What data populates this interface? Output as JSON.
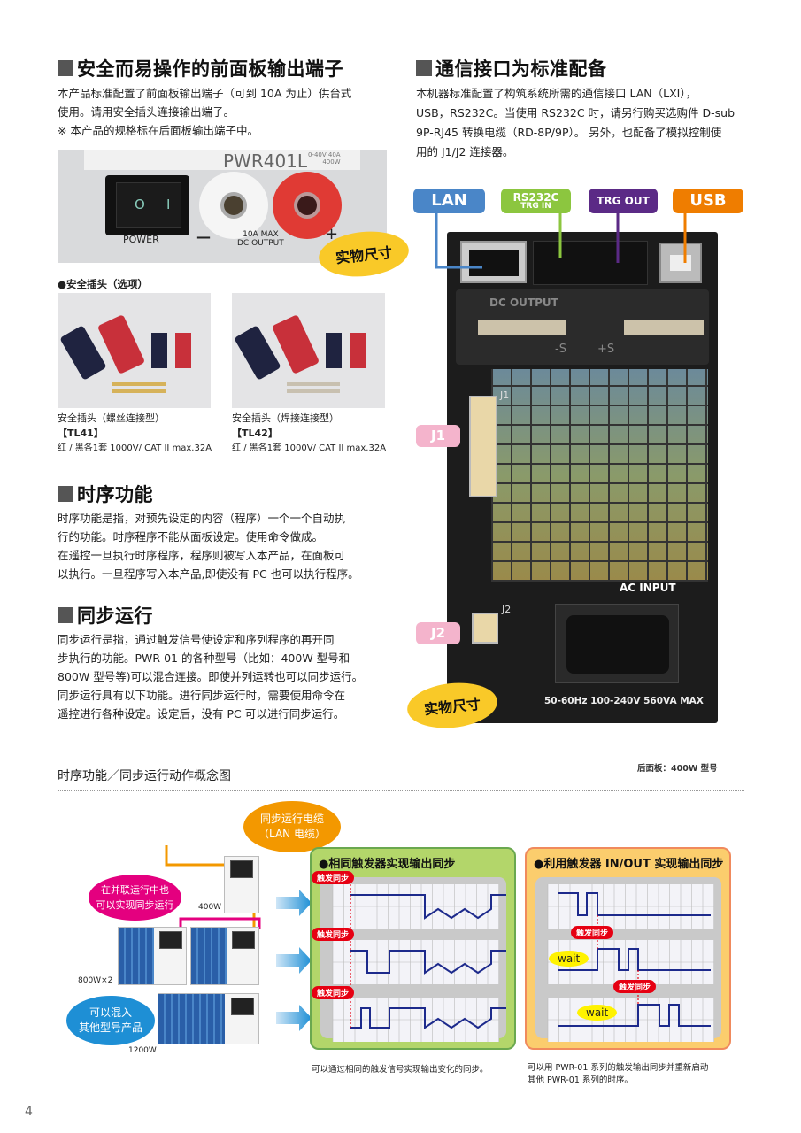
{
  "left": {
    "heading1": "安全而易操作的前面板输出端子",
    "para1": [
      "本产品标准配置了前面板输出端子（可到 10A 为止）供台式",
      "使用。请用安全插头连接输出端子。",
      "※ 本产品的规格标在后面板输出端子中。"
    ],
    "front_panel": {
      "model": "PWR401L",
      "rating1": "0-40V 40A",
      "rating2": "400W",
      "power": "POWER",
      "switch_off": "O",
      "switch_on": "I",
      "minus": "—",
      "plus": "+",
      "warn1": "10A MAX",
      "warn2": "DC OUTPUT"
    },
    "actual_size": "实物尺寸",
    "plugs_title": "●安全插头（选项）",
    "plugs": [
      {
        "name": "安全插头（螺丝连接型）",
        "model": "【TL41】",
        "spec": "红 / 黑各1套 1000V/ CAT II  max.32A"
      },
      {
        "name": "安全插头（焊接连接型）",
        "model": "【TL42】",
        "spec": "红 / 黑各1套 1000V/ CAT II  max.32A"
      }
    ],
    "heading2": "时序功能",
    "para2": [
      "时序功能是指，对预先设定的内容（程序）一个一个自动执",
      "行的功能。时序程序不能从面板设定。使用命令做成。",
      "在遥控一旦执行时序程序，程序则被写入本产品，在面板可",
      "以执行。一旦程序写入本产品,即使没有 PC 也可以执行程序。"
    ],
    "heading3": "同步运行",
    "para3": [
      "同步运行是指，通过触发信号使设定和序列程序的再开同",
      "步执行的功能。PWR-01 的各种型号（比如：400W 型号和",
      "800W 型号等)可以混合连接。即使并列运转也可以同步运行。",
      "同步运行具有以下功能。进行同步运行时，需要使用命令在",
      "遥控进行各种设定。设定后，没有 PC 可以进行同步运行。"
    ]
  },
  "right": {
    "heading": "通信接口为标准配备",
    "para": [
      "本机器标准配置了构筑系统所需的通信接口 LAN（LXI），",
      "USB，RS232C。当使用 RS232C 时，请另行购买选购件 D-sub",
      "9P-RJ45 转换电缆（RD-8P/9P）。 另外，也配备了模拟控制使",
      "用的 J1/J2 连接器。"
    ],
    "labels": {
      "lan": "LAN",
      "rs232c": "RS232C",
      "trg_in": "TRG IN",
      "trg_out": "TRG OUT",
      "usb": "USB",
      "j1": "J1",
      "j2": "J2"
    },
    "panel_text": {
      "dc_output": "DC OUTPUT",
      "minus_s": "-S",
      "plus_s": "+S",
      "j1": "J1",
      "j2": "J2",
      "ac_input": "AC INPUT",
      "ac_rating": "50-60Hz 100-240V 560VA MAX"
    },
    "actual_size": "实物尺寸",
    "caption": "后面板：400W 型号"
  },
  "diagram": {
    "title": "时序功能／同步运行动作概念图",
    "cable_bubble": [
      "同步运行电缆",
      "（LAN 电缆）"
    ],
    "parallel_bubble": [
      "在并联运行中也",
      "可以实现同步运行"
    ],
    "mix_bubble": [
      "可以混入",
      "其他型号产品"
    ],
    "dev_400": "400W",
    "dev_800": "800W×2",
    "dev_1200": "1200W",
    "panel1": {
      "title": "●相同触发器实现输出同步",
      "trigger": "触发同步",
      "caption": "可以通过相同的触发信号实现输出变化的同步。"
    },
    "panel2": {
      "title": "●利用触发器 IN/OUT 实现输出同步",
      "trigger": "触发同步",
      "wait": "wait",
      "caption": [
        "可以用 PWR-01 系列的触发输出同步并重新启动",
        "其他 PWR-01 系列的时序。"
      ]
    },
    "colors": {
      "green": "#b3d66a",
      "orange": "#fbcd6d",
      "wave": "#1d2a8c",
      "trigger": "#e60012"
    }
  },
  "page_number": "4"
}
